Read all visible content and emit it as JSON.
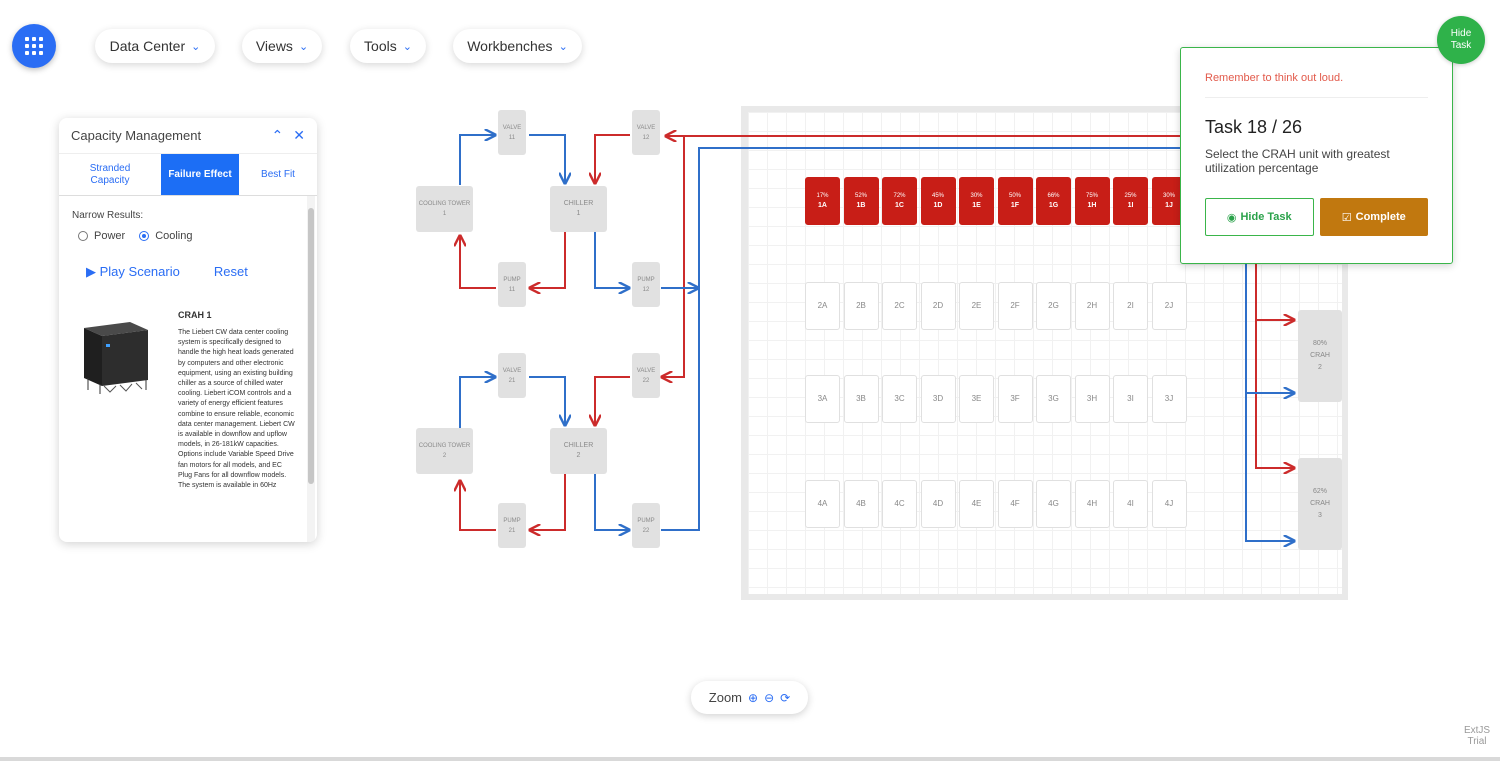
{
  "nav": {
    "menu_icon": "grid-icon",
    "items": [
      {
        "label": "Data Center"
      },
      {
        "label": "Views"
      },
      {
        "label": "Tools"
      },
      {
        "label": "Workbenches"
      }
    ]
  },
  "panel": {
    "title": "Capacity Management",
    "tabs": [
      {
        "label": "Stranded Capacity"
      },
      {
        "label": "Failure Effect"
      },
      {
        "label": "Best Fit"
      }
    ],
    "narrow_label": "Narrow Results:",
    "radio_power": "Power",
    "radio_cooling": "Cooling",
    "selected_radio": "Cooling",
    "play_label": "Play Scenario",
    "reset_label": "Reset",
    "product_title": "CRAH 1",
    "product_desc": "The Liebert CW data center cooling system is specifically designed to handle the high heat loads generated by computers and other electronic equipment, using an existing building chiller as a source of chilled water cooling. Liebert iCOM controls and a variety of energy efficient features combine to ensure reliable, economic data center management. Liebert CW is available in downflow and upflow models, in 26-181kW capacities. Options include Variable Speed Drive fan motors for all models, and EC Plug Fans for all downflow models. The system is available in 60Hz"
  },
  "diagram": {
    "valve11": {
      "name": "VALVE",
      "num": "11"
    },
    "valve12": {
      "name": "VALVE",
      "num": "12"
    },
    "tower1": {
      "name": "COOLING TOWER",
      "num": "1"
    },
    "chiller1": {
      "name": "CHILLER",
      "num": "1"
    },
    "pump11": {
      "name": "PUMP",
      "num": "11"
    },
    "pump12": {
      "name": "PUMP",
      "num": "12"
    },
    "valve21": {
      "name": "VALVE",
      "num": "21"
    },
    "valve22": {
      "name": "VALVE",
      "num": "22"
    },
    "tower2": {
      "name": "COOLING TOWER",
      "num": "2"
    },
    "chiller2": {
      "name": "CHILLER",
      "num": "2"
    },
    "pump21": {
      "name": "PUMP",
      "num": "21"
    },
    "pump22": {
      "name": "PUMP",
      "num": "22"
    }
  },
  "room": {
    "row1": [
      {
        "id": "1A",
        "pct": "17%"
      },
      {
        "id": "1B",
        "pct": "52%"
      },
      {
        "id": "1C",
        "pct": "72%"
      },
      {
        "id": "1D",
        "pct": "45%"
      },
      {
        "id": "1E",
        "pct": "30%"
      },
      {
        "id": "1F",
        "pct": "50%"
      },
      {
        "id": "1G",
        "pct": "66%"
      },
      {
        "id": "1H",
        "pct": "75%"
      },
      {
        "id": "1I",
        "pct": "25%"
      },
      {
        "id": "1J",
        "pct": "30%"
      }
    ],
    "row2": [
      "2A",
      "2B",
      "2C",
      "2D",
      "2E",
      "2F",
      "2G",
      "2H",
      "2I",
      "2J"
    ],
    "row3": [
      "3A",
      "3B",
      "3C",
      "3D",
      "3E",
      "3F",
      "3G",
      "3H",
      "3I",
      "3J"
    ],
    "row4": [
      "4A",
      "4B",
      "4C",
      "4D",
      "4E",
      "4F",
      "4G",
      "4H",
      "4I",
      "4J"
    ],
    "crah2": {
      "pct": "80%",
      "name": "CRAH",
      "num": "2"
    },
    "crah3": {
      "pct": "62%",
      "name": "CRAH",
      "num": "3"
    }
  },
  "task": {
    "reminder": "Remember to think out loud.",
    "title": "Task 18 / 26",
    "text": "Select the CRAH unit with greatest utilization percentage",
    "hide_btn": "Hide Task",
    "complete_btn": "Complete",
    "hide_circle": "Hide Task"
  },
  "zoom": {
    "label": "Zoom"
  },
  "watermark": {
    "line1": "ExtJS",
    "line2": "Trial"
  },
  "colors": {
    "accent": "#2a6df4",
    "hot": "#c81e17",
    "supply": "#2f6fc9",
    "return": "#cc2b2b",
    "task_green": "#2fb24a",
    "complete": "#c1780f"
  }
}
